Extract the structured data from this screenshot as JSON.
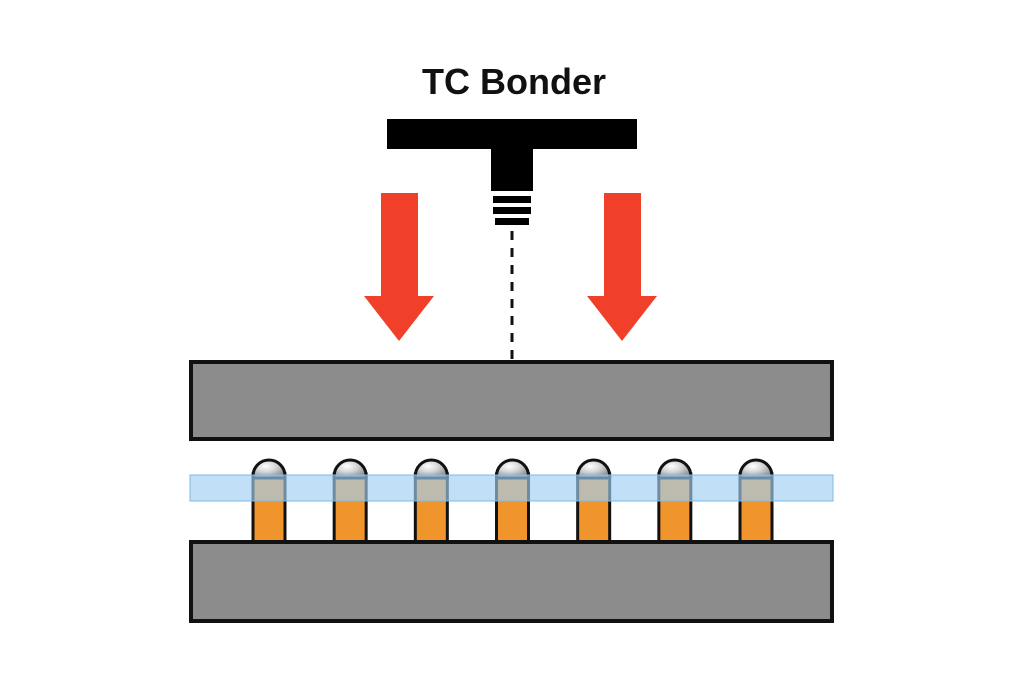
{
  "title": "TC Bonder",
  "bump_count": 7,
  "colors": {
    "background": "#ffffff",
    "bonder": "#000000",
    "force_arrow": "#f0402a",
    "die": "#8c8c8c",
    "outline": "#111111",
    "pillar": "#f0952b",
    "solder_cap": "#c8c8c8",
    "underfill_film": "#9fd0f2"
  },
  "icons": {
    "force_arrows": "down-arrow-icon",
    "bond_head": "t-shaped-bond-head"
  }
}
